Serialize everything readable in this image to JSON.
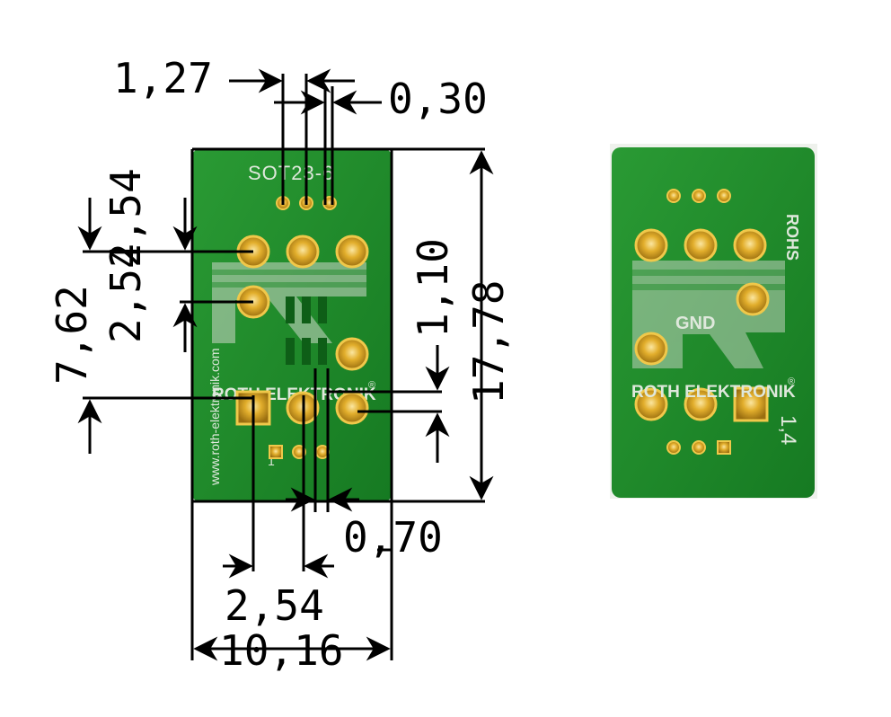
{
  "front_board": {
    "silkscreen": {
      "part": "SOT23-6",
      "brand": "ROTH ELEKTRONIK",
      "registered": "®",
      "url": "www.roth-elektronik.com",
      "pin1": "1"
    }
  },
  "back_board": {
    "silkscreen": {
      "rohs": "ROHS",
      "gnd": "GND",
      "brand": "ROTH ELEKTRONIK",
      "registered": "®",
      "code": "1,4"
    }
  },
  "dimensions": {
    "pad_pitch_small": "1,27",
    "pad_width_small": "0,30",
    "top_offset": "1,10",
    "board_height": "17,78",
    "row_spacing": "7,62",
    "pitch_vertical_top": "2,54",
    "pitch_vertical_mid": "2,54",
    "pad_width_bottom": "0,70",
    "pitch_horizontal": "2,54",
    "board_width": "10,16"
  },
  "colors": {
    "pcb_green": "#1f8a2a",
    "pcb_green_dark": "#146c1d",
    "pad_gold": "#d9a21c",
    "pad_ring": "#f0c84a",
    "silk": "#e3ebdf",
    "line": "#000000"
  }
}
